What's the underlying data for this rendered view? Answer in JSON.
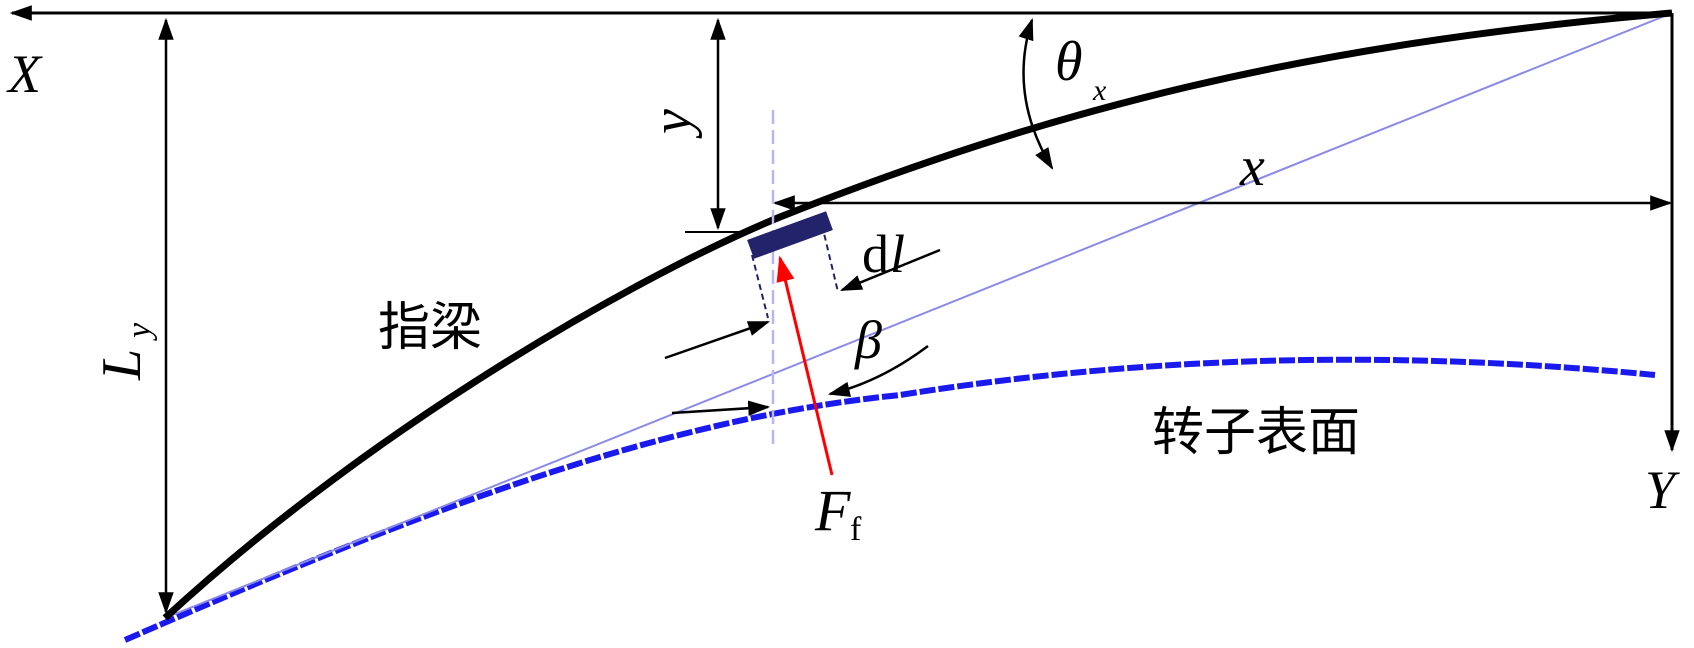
{
  "labels": {
    "x_axis": "X",
    "y_axis": "Y",
    "ly_main": "L",
    "ly_sub": "y",
    "y_dim": "y",
    "x_dim": "x",
    "theta_main": "θ",
    "theta_sub": "x",
    "dl_d": "d",
    "dl_l": "l",
    "beta": "β",
    "ff_main": "F",
    "ff_sub": "f",
    "finger_beam": "指梁",
    "rotor_surface": "转子表面"
  },
  "colors": {
    "beam": "#000000",
    "rotor_surface": "#1a1aee",
    "chord": "#8a8ae8",
    "element": "#23236b",
    "force": "#ff0000",
    "guide": "#b8b8ee"
  }
}
